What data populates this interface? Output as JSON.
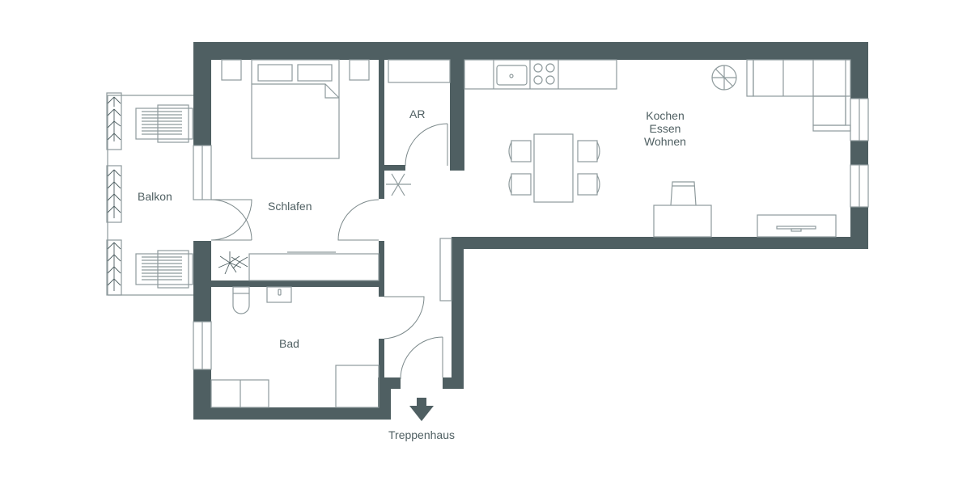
{
  "plan": {
    "colors": {
      "wall": "#4f5f62",
      "line": "#8e9a9c",
      "background": "#ffffff"
    },
    "rooms": {
      "balkon": "Balkon",
      "schlafen": "Schlafen",
      "ar": "AR",
      "kitchen_line1": "Kochen",
      "kitchen_line2": "Essen",
      "kitchen_line3": "Wohnen",
      "bad": "Bad"
    },
    "exit": {
      "label": "Treppenhaus",
      "icon": "arrow-down-icon"
    }
  }
}
